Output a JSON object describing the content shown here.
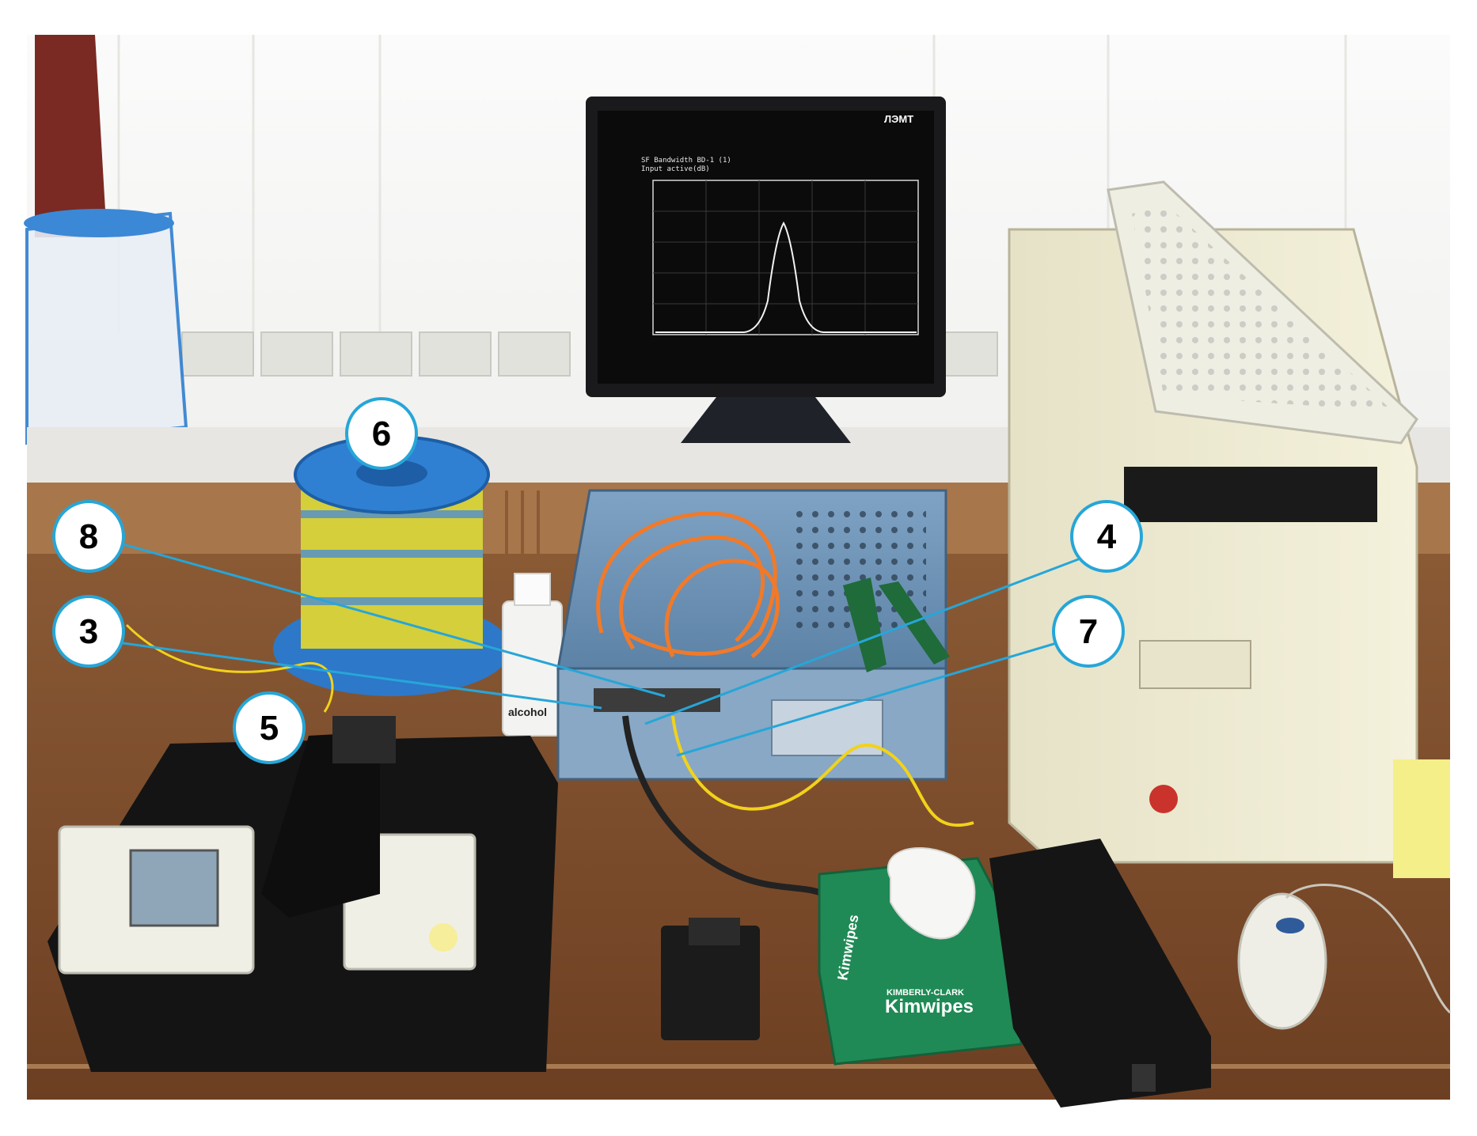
{
  "photo": {
    "monitor_brand": "ЛЭМТ",
    "screen_lines": [
      "SF Bandwidth BD-1 (1)",
      "Input active(dB)"
    ],
    "alcohol_label": "alcohol",
    "tissue_brand_small": "KIMBERLY-CLARK",
    "tissue_brand": "Kimwipes",
    "tissue_side": "Kimwipes"
  },
  "callouts": [
    {
      "label": "6",
      "target": "fiber-spool"
    },
    {
      "label": "8",
      "target": "instrument-port"
    },
    {
      "label": "3",
      "target": "instrument-port"
    },
    {
      "label": "4",
      "target": "yellow-fiber-port"
    },
    {
      "label": "7",
      "target": "yellow-fiber-port"
    },
    {
      "label": "5",
      "target": "fusion-splicer"
    }
  ],
  "colors": {
    "callout_fill": "#ffffff",
    "callout_stroke": "#26a6d8",
    "leader_line": "#26a6d8",
    "instrument_body": "#6e93b6",
    "fiber_orange": "#f07a2a",
    "fiber_yellow": "#f2d21a"
  }
}
